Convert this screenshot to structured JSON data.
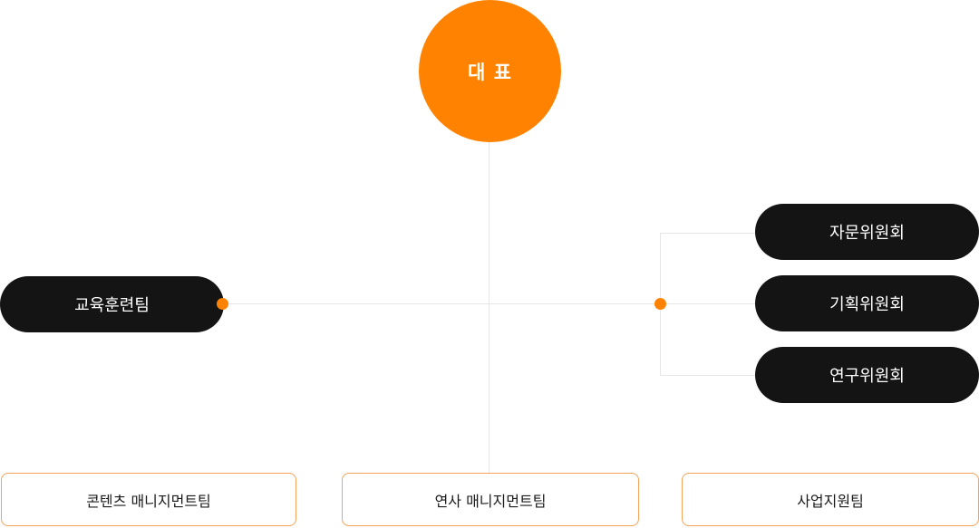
{
  "ceo": {
    "label": "대 표"
  },
  "left_unit": {
    "label": "교육훈련팀"
  },
  "committees": [
    {
      "label": "자문위원회"
    },
    {
      "label": "기획위원회"
    },
    {
      "label": "연구위원회"
    }
  ],
  "bottom_teams": [
    {
      "label": "콘텐츠 매니지먼트팀"
    },
    {
      "label": "연사 매니지먼트팀"
    },
    {
      "label": "사업지원팀"
    }
  ],
  "colors": {
    "accent": "#ff8200",
    "pill": "#141414",
    "connector": "#e6e6e6",
    "box_border": "#f5a25a"
  }
}
